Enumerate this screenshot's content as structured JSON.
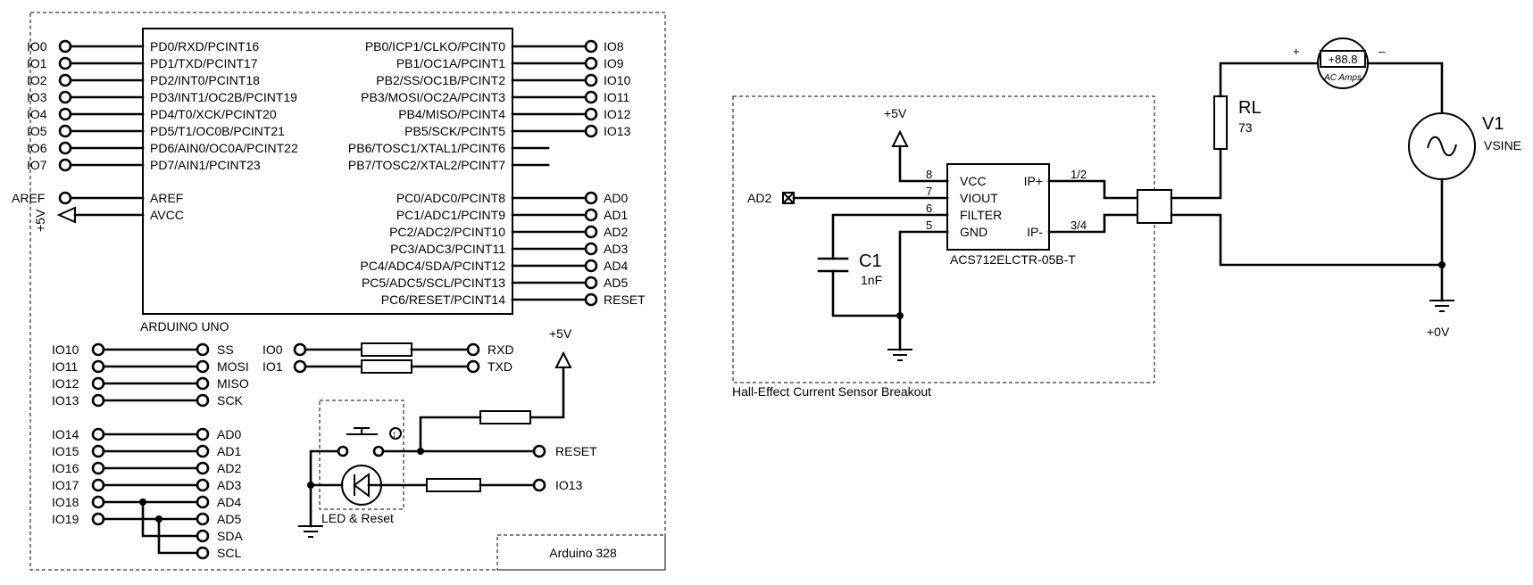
{
  "arduino": {
    "chip_name": "ARDUINO UNO",
    "left_pins": [
      "PD0/RXD/PCINT16",
      "PD1/TXD/PCINT17",
      "PD2/INT0/PCINT18",
      "PD3/INT1/OC2B/PCINT19",
      "PD4/T0/XCK/PCINT20",
      "PD5/T1/OC0B/PCINT21",
      "PD6/AIN0/OC0A/PCINT22",
      "PD7/AIN1/PCINT23"
    ],
    "left_terms": [
      "IO0",
      "IO1",
      "IO2",
      "IO3",
      "IO4",
      "IO5",
      "IO6",
      "IO7"
    ],
    "aref_pin": "AREF",
    "avcc_pin": "AVCC",
    "aref_term": "AREF",
    "avcc_power": "+5V",
    "right_pins_b": [
      "PB0/ICP1/CLKO/PCINT0",
      "PB1/OC1A/PCINT1",
      "PB2/SS/OC1B/PCINT2",
      "PB3/MOSI/OC2A/PCINT3",
      "PB4/MISO/PCINT4",
      "PB5/SCK/PCINT5",
      "PB6/TOSC1/XTAL1/PCINT6",
      "PB7/TOSC2/XTAL2/PCINT7"
    ],
    "right_terms_b": [
      "IO8",
      "IO9",
      "IO10",
      "IO11",
      "IO12",
      "IO13"
    ],
    "right_pins_c": [
      "PC0/ADC0/PCINT8",
      "PC1/ADC1/PCINT9",
      "PC2/ADC2/PCINT10",
      "PC3/ADC3/PCINT11",
      "PC4/ADC4/SDA/PCINT12",
      "PC5/ADC5/SCL/PCINT13",
      "PC6/RESET/PCINT14"
    ],
    "right_terms_c": [
      "AD0",
      "AD1",
      "AD2",
      "AD3",
      "AD4",
      "AD5",
      "RESET"
    ],
    "spi_left": [
      "IO10",
      "IO11",
      "IO12",
      "IO13"
    ],
    "spi_right": [
      "SS",
      "MOSI",
      "MISO",
      "SCK"
    ],
    "ana_left": [
      "IO14",
      "IO15",
      "IO16",
      "IO17",
      "IO18",
      "IO19"
    ],
    "ana_right": [
      "AD0",
      "AD1",
      "AD2",
      "AD3",
      "AD4",
      "AD5",
      "SDA",
      "SCL"
    ],
    "uart_left": [
      "IO0",
      "IO1"
    ],
    "uart_right": [
      "RXD",
      "TXD"
    ],
    "power_label": "+5V",
    "reset_term": "RESET",
    "led_term": "IO13",
    "led_reset_label": "LED & Reset",
    "frame_title": "Arduino 328"
  },
  "sensor": {
    "power_label": "+5V",
    "input_term": "AD2",
    "chip_name": "ACS712ELCTR-05B-T",
    "left_pin_numbers": [
      "8",
      "7",
      "6",
      "5"
    ],
    "left_pin_names": [
      "VCC",
      "VIOUT",
      "FILTER",
      "GND"
    ],
    "right_pin_numbers": [
      "1/2",
      "3/4"
    ],
    "right_pin_names": [
      "IP+",
      "IP-"
    ],
    "cap_name": "C1",
    "cap_value": "1nF",
    "group_label": "Hall-Effect Current Sensor Breakout"
  },
  "load": {
    "resistor_name": "RL",
    "resistor_value": "73",
    "source_name": "V1",
    "source_type": "VSINE",
    "meter_reading": "+88.8",
    "meter_unit": "AC Amps",
    "meter_plus": "+",
    "meter_minus": "–",
    "ground_label": "+0V"
  }
}
